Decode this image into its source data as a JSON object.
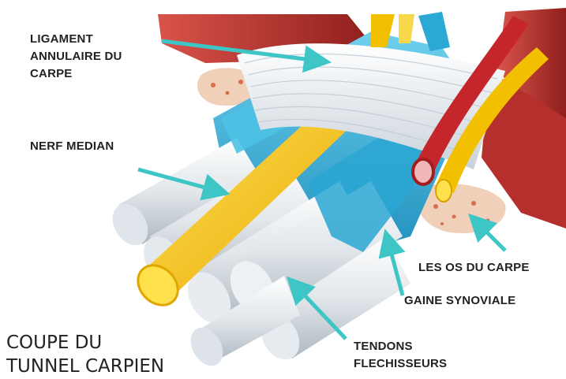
{
  "labels": {
    "ligament": [
      "LIGAMENT",
      "ANNULAIRE DU",
      "CARPE"
    ],
    "nerf": "NERF MEDIAN",
    "os": "LES OS DU CARPE",
    "gaine": "GAINE SYNOVIALE",
    "tendons": [
      "TENDONS",
      "FLECHISSEURS"
    ]
  },
  "title": [
    "COUPE DU",
    "TUNNEL CARPIEN"
  ],
  "colors": {
    "arrow": "#3ec6c6",
    "nerve": "#f2c000",
    "tendon_sheath": "#29a9d4",
    "tendon": "#e6ebef",
    "ligament": "#eef1f4",
    "artery": "#c4262b",
    "muscle": "#b5302d",
    "bone": "#f0d0b8"
  }
}
